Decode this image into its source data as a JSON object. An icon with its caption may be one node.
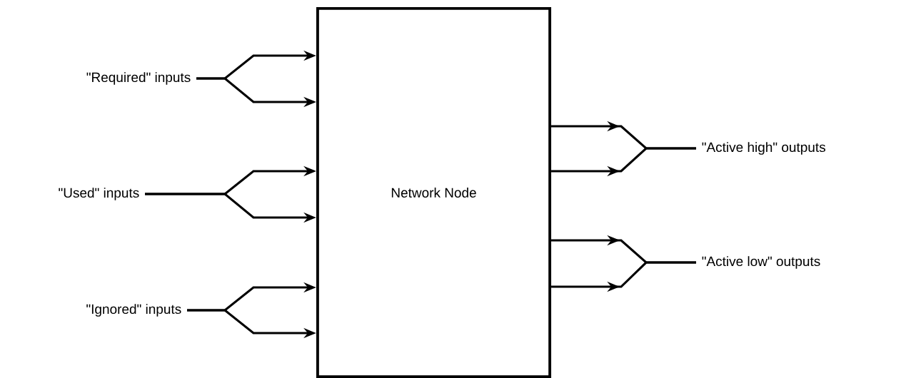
{
  "diagram": {
    "nodes": [
      {
        "text": [
          "Network Node"
        ]
      },
      {
        "text": [
          "\"Required\" inputs"
        ]
      },
      {
        "text": [
          "\"Active high\" outputs"
        ]
      },
      {
        "text": [
          "\"Used\" inputs"
        ]
      },
      {
        "text": [
          "\"Active low\" outputs"
        ]
      },
      {
        "text": [
          "\"Ignored\" inputs"
        ]
      }
    ],
    "edges": [
      {
        "from": 1,
        "to": 0,
        "arrow": "to"
      },
      {
        "from": 1,
        "to": 0,
        "arrow": "to"
      },
      {
        "from": 3,
        "to": 0,
        "arrow": "to"
      },
      {
        "from": 3,
        "to": 0,
        "arrow": "to"
      },
      {
        "from": 5,
        "to": 0,
        "arrow": "to"
      },
      {
        "from": 5,
        "to": 0,
        "arrow": "to"
      },
      {
        "from": 0,
        "to": 2,
        "arrow": "to"
      },
      {
        "from": 0,
        "to": 2,
        "arrow": "to"
      },
      {
        "from": 0,
        "to": 4,
        "arrow": "to"
      },
      {
        "from": 0,
        "to": 4,
        "arrow": "to"
      }
    ]
  }
}
